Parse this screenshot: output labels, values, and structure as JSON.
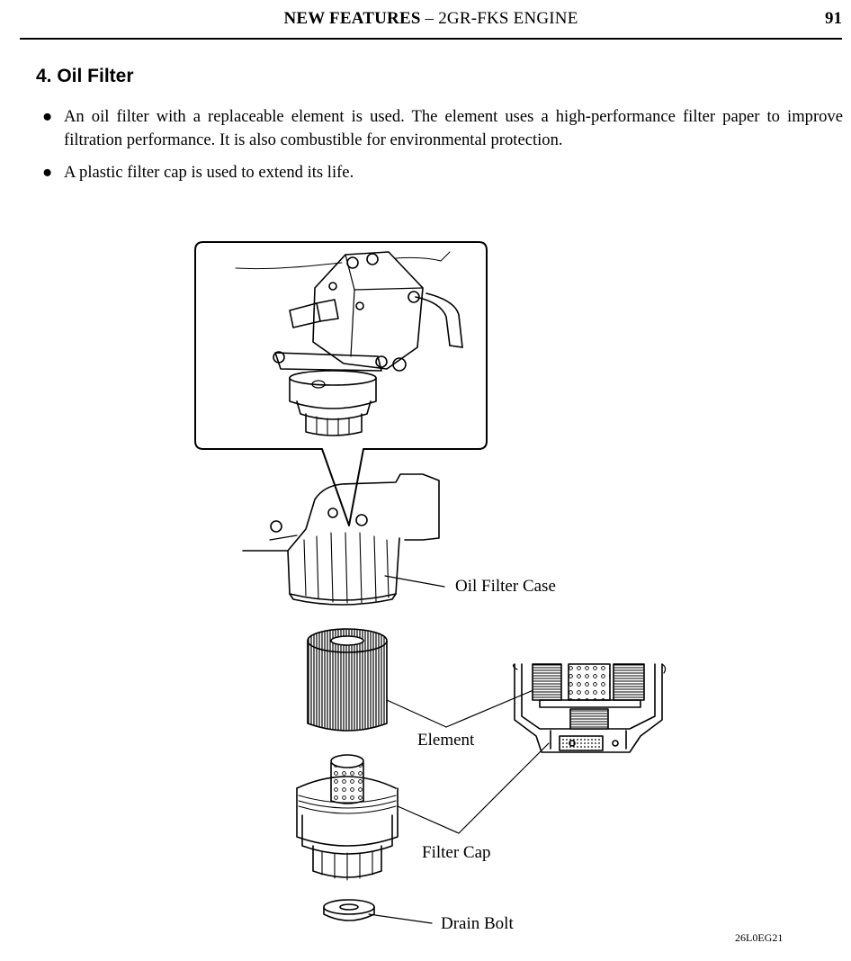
{
  "header": {
    "title_bold": "NEW FEATURES",
    "title_rest": " – 2GR-FKS ENGINE",
    "page_number": "91"
  },
  "section": {
    "heading": "4.  Oil Filter",
    "bullets": [
      "An oil filter with a replaceable element is used. The element uses a high-performance filter paper to improve filtration performance. It is also combustible for environmental protection.",
      "A plastic filter cap is used to extend its life."
    ]
  },
  "figure": {
    "labels": {
      "case": "Oil Filter Case",
      "element": "Element",
      "cap": "Filter Cap",
      "drain": "Drain Bolt"
    },
    "code": "26L0EG21"
  }
}
